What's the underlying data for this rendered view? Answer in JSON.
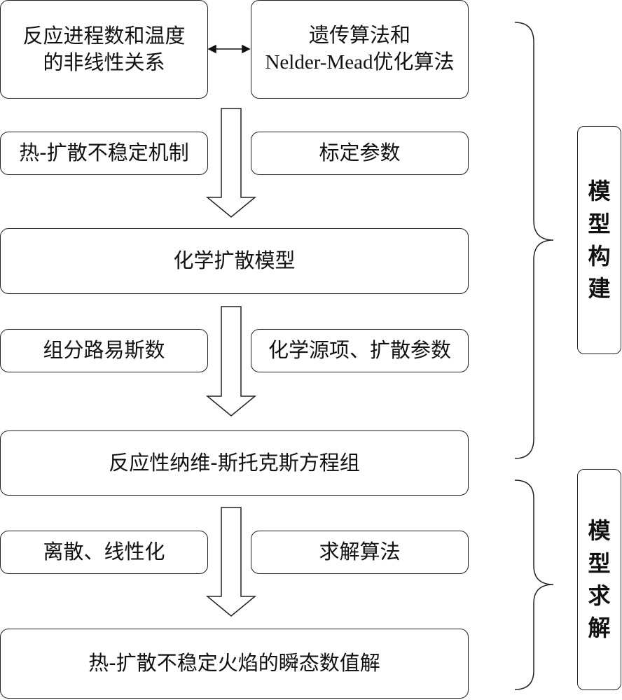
{
  "boxes": {
    "nonlinear": "反应进程数和温度\n的非线性关系",
    "optimization": "遗传算法和\nNelder-Mead优化算法",
    "instability_mechanism": "热-扩散不稳定机制",
    "calibration": "标定参数",
    "chem_diffusion_model": "化学扩散模型",
    "lewis_number": "组分路易斯数",
    "source_params": "化学源项、扩散参数",
    "navier_stokes": "反应性纳维-斯托克斯方程组",
    "discretization": "离散、线性化",
    "solver": "求解算法",
    "transient_solution": "热-扩散不稳定火焰的瞬态数值解"
  },
  "side_labels": {
    "modeling": [
      "模",
      "型",
      "构",
      "建"
    ],
    "solving": [
      "模",
      "型",
      "求",
      "解"
    ]
  }
}
